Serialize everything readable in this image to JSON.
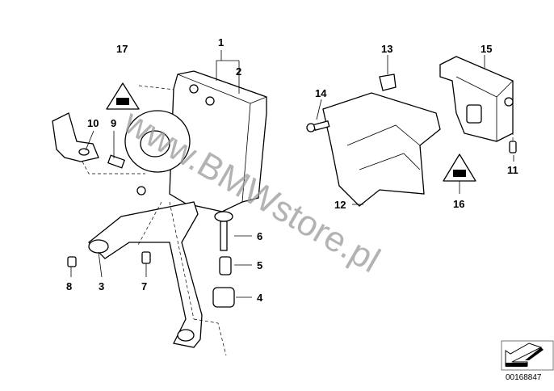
{
  "diagram": {
    "callouts": [
      {
        "id": "17",
        "label": "17"
      },
      {
        "id": "1",
        "label": "1"
      },
      {
        "id": "2",
        "label": "2"
      },
      {
        "id": "10",
        "label": "10"
      },
      {
        "id": "9",
        "label": "9"
      },
      {
        "id": "13",
        "label": "13"
      },
      {
        "id": "15",
        "label": "15"
      },
      {
        "id": "14",
        "label": "14"
      },
      {
        "id": "12",
        "label": "12"
      },
      {
        "id": "16",
        "label": "16"
      },
      {
        "id": "11",
        "label": "11"
      },
      {
        "id": "6",
        "label": "6"
      },
      {
        "id": "5",
        "label": "5"
      },
      {
        "id": "4",
        "label": "4"
      },
      {
        "id": "8",
        "label": "8"
      },
      {
        "id": "3",
        "label": "3"
      },
      {
        "id": "7",
        "label": "7"
      }
    ],
    "watermark": "www.BMWstore.pl",
    "part_number": "00168847",
    "colors": {
      "line": "#000000",
      "watermark": "#9a9a9a",
      "background": "#ffffff"
    }
  }
}
